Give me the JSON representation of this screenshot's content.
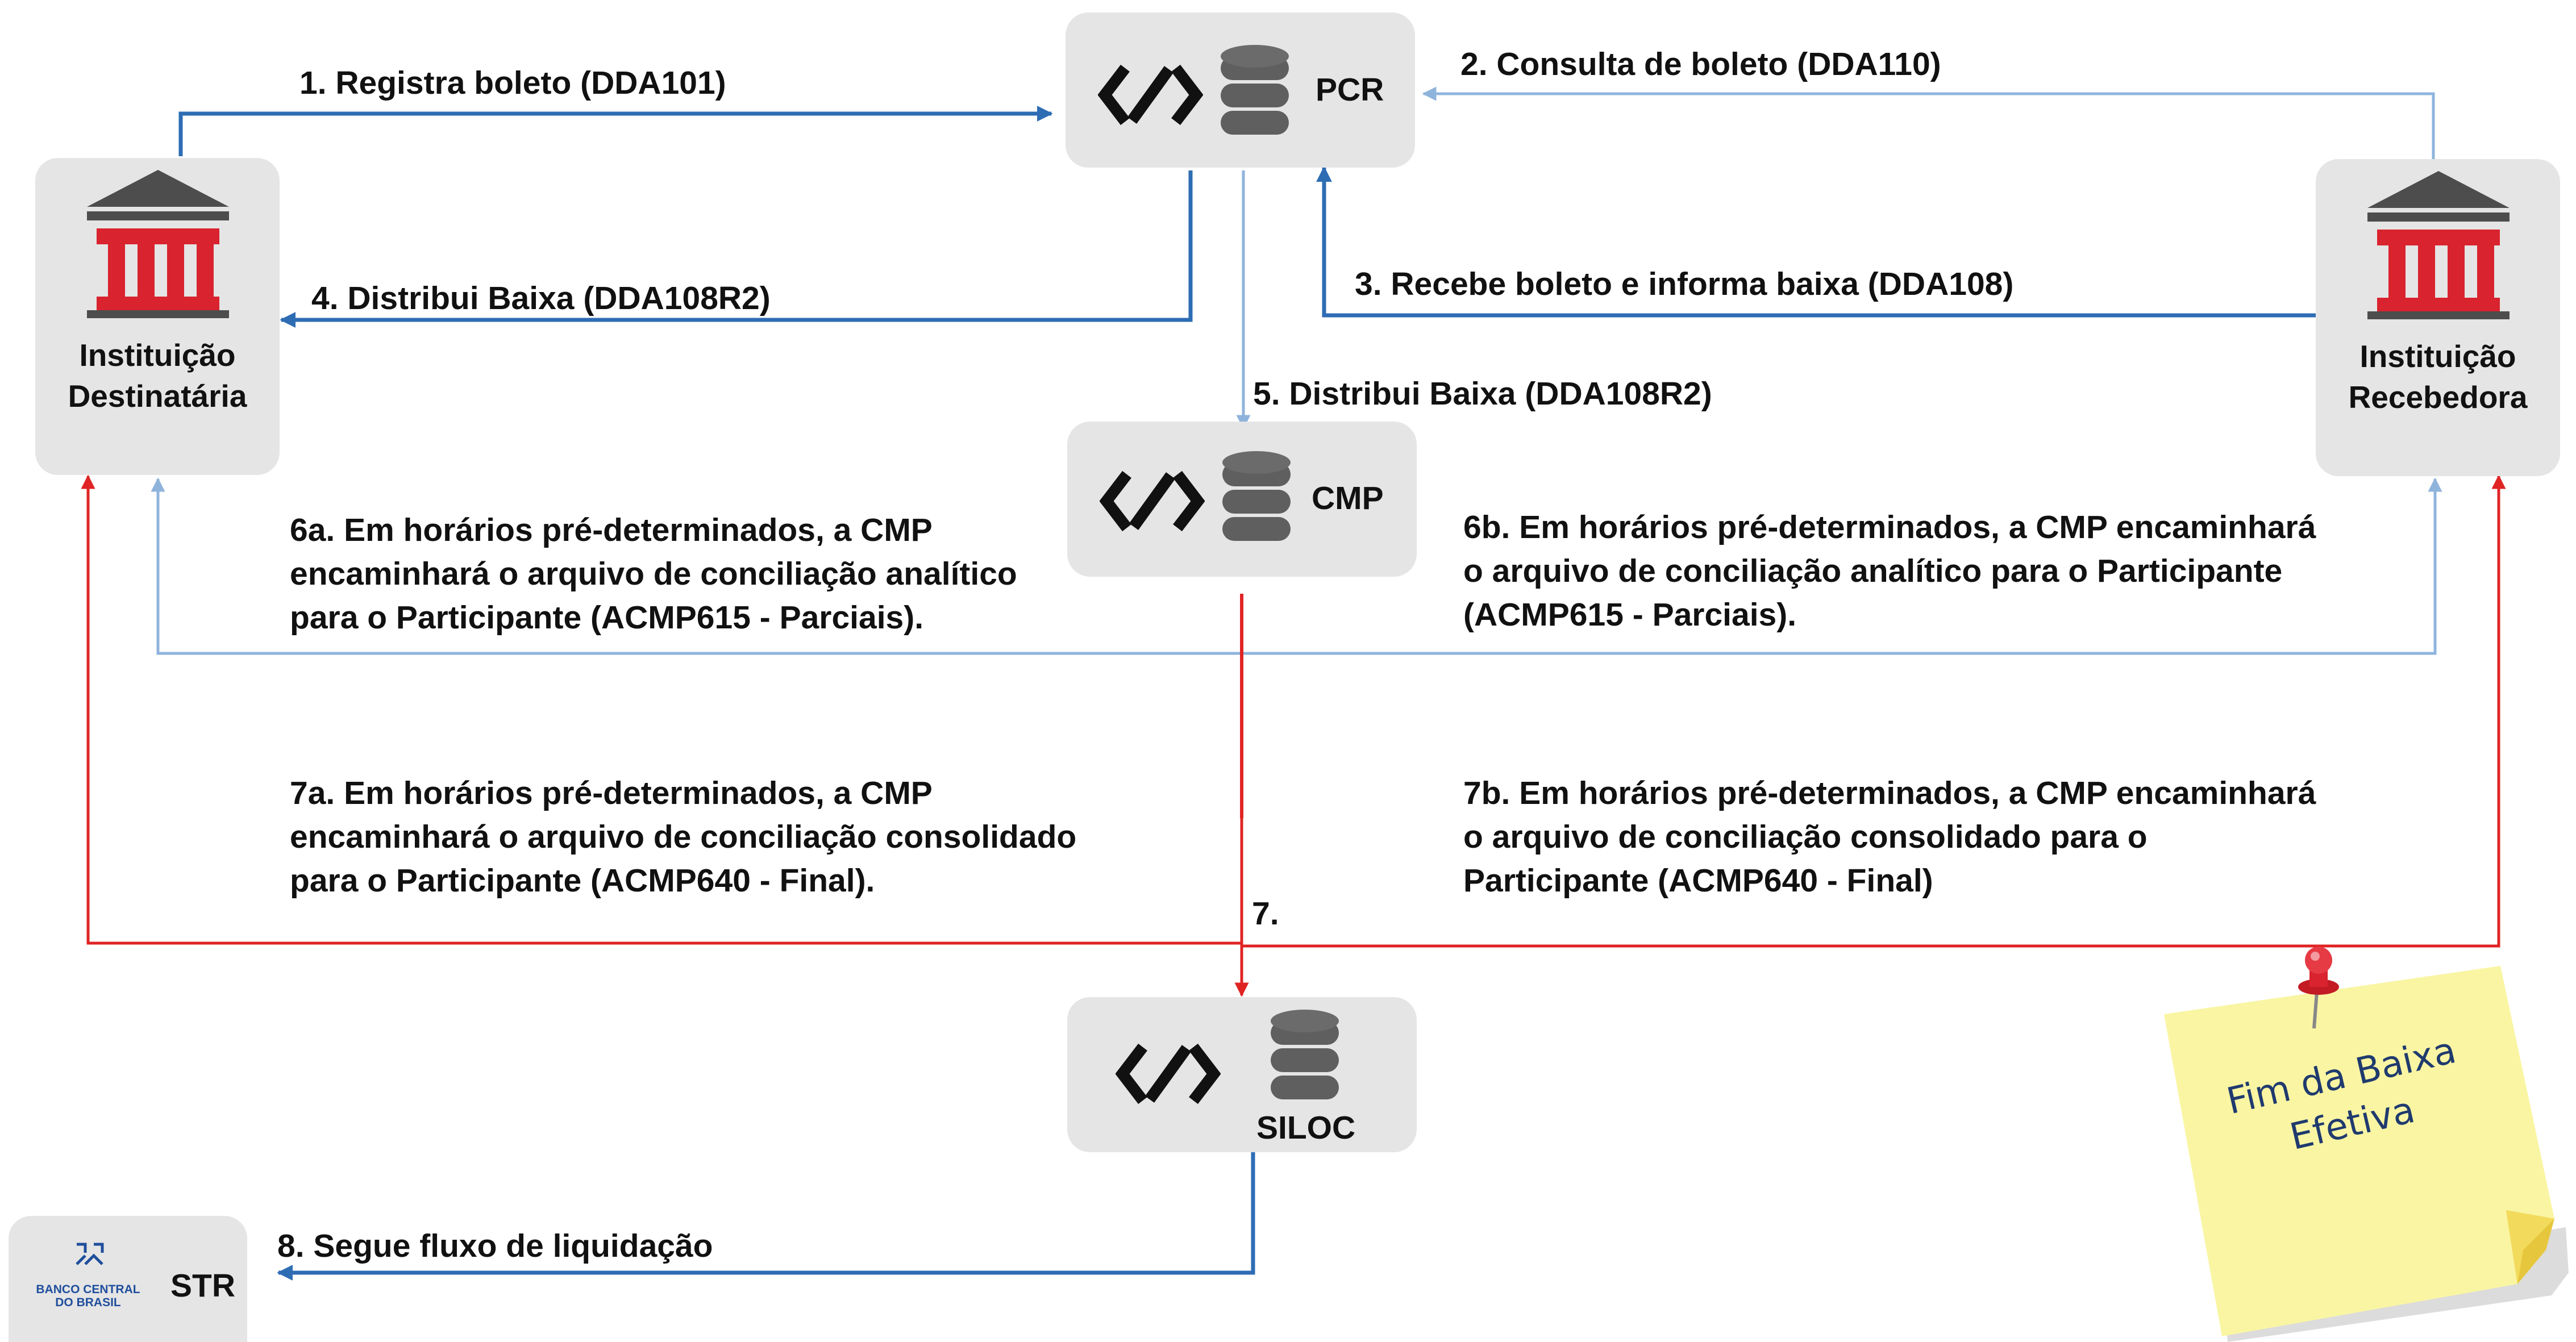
{
  "colors": {
    "blue": "#2e6db4",
    "light_blue": "#8fb4dc",
    "red": "#e02424",
    "box": "#e5e5e5",
    "bank_red": "#d9232e",
    "bank_gray": "#4d4d4d",
    "note": "#faf5a3"
  },
  "nodes": {
    "pcr": {
      "label": "PCR"
    },
    "cmp": {
      "label": "CMP"
    },
    "siloc": {
      "label": "SILOC"
    },
    "str": {
      "label": "STR",
      "logo_line1": "BANCO CENTRAL",
      "logo_line2": "DO BRASIL"
    },
    "dest": {
      "line1": "Instituição",
      "line2": "Destinatária"
    },
    "receb": {
      "line1": "Instituição",
      "line2": "Recebedora"
    }
  },
  "steps": {
    "s1": "1. Registra boleto (DDA101)",
    "s2": "2. Consulta de boleto (DDA110)",
    "s3": "3. Recebe boleto e informa baixa (DDA108)",
    "s4": "4. Distribui Baixa (DDA108R2)",
    "s5": "5. Distribui Baixa (DDA108R2)",
    "s6a": [
      "6a. Em horários pré-determinados, a CMP",
      "encaminhará o arquivo de conciliação analítico",
      "para  o Participante (ACMP615 - Parciais)."
    ],
    "s6b": [
      "6b. Em horários pré-determinados, a CMP encaminhará",
      "o arquivo de conciliação analítico para  o Participante",
      "(ACMP615 - Parciais)."
    ],
    "s7a": [
      "7a. Em horários pré-determinados, a CMP",
      "encaminhará o arquivo de conciliação consolidado",
      "para  o Participante (ACMP640 - Final)."
    ],
    "s7b": [
      "7b. Em horários pré-determinados, a CMP encaminhará",
      "o arquivo de conciliação consolidado para  o",
      "Participante (ACMP640 - Final)"
    ],
    "s7": "7.",
    "s8": "8. Segue fluxo de liquidação"
  },
  "note": {
    "line1": "Fim da Baixa",
    "line2": "Efetiva"
  },
  "icons": [
    "network-icon",
    "database-icon",
    "bank-building-icon",
    "pushpin-icon",
    "central-bank-logo"
  ]
}
